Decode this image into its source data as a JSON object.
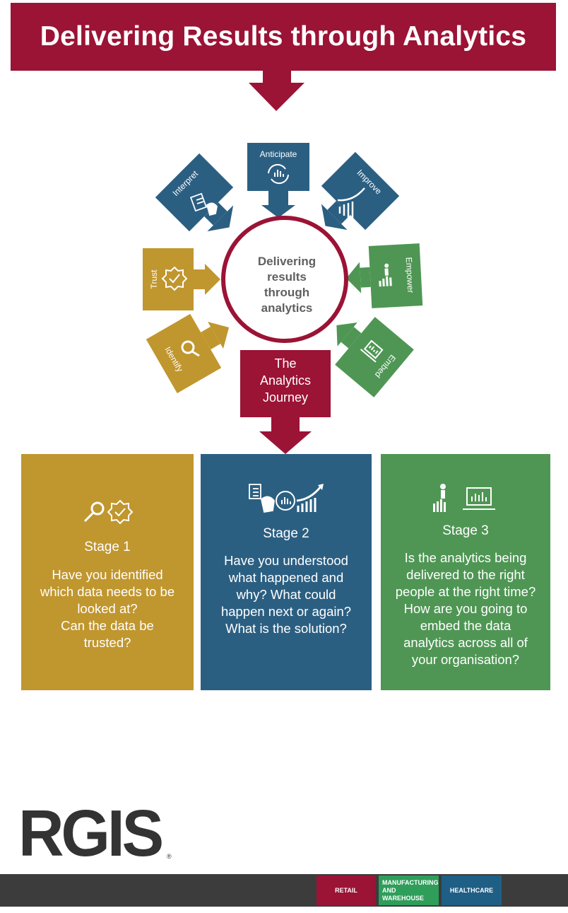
{
  "header": {
    "title": "Delivering Results through Analytics"
  },
  "cycle": {
    "center_lines": [
      "Delivering",
      "results",
      "through",
      "analytics"
    ],
    "journey_lines": [
      "The",
      "Analytics",
      "Journey"
    ],
    "items": {
      "anticipate": "Anticipate",
      "improve": "Improve",
      "empower": "Empower",
      "embed": "Embed",
      "identify": "Identify",
      "trust": "Trust",
      "interpret": "Interpret"
    }
  },
  "stages": [
    {
      "title": "Stage 1",
      "lines": [
        "Have you identified",
        "which data needs to be",
        "looked at?",
        "Can the data be",
        "trusted?"
      ]
    },
    {
      "title": "Stage 2",
      "lines": [
        "Have you understood",
        "what happened and",
        "why? What could",
        "happen next or again?",
        "What is the solution?"
      ]
    },
    {
      "title": "Stage 3",
      "lines": [
        "Is the analytics being",
        "delivered to the right",
        "people at the right time?",
        "How are you going to",
        "embed the data",
        "analytics across all of",
        "your organisation?"
      ]
    }
  ],
  "brand": {
    "logo_text": "RGIS",
    "registered": "®"
  },
  "footer": {
    "retail": "RETAIL",
    "manufacturing": [
      "MANUFACTURING",
      "AND WAREHOUSE"
    ],
    "healthcare": "HEALTHCARE"
  },
  "colors": {
    "crimson": "#9b1335",
    "blue": "#2b5f82",
    "green": "#4f9654",
    "gold": "#c0962e",
    "dark": "#3c3c3c"
  }
}
